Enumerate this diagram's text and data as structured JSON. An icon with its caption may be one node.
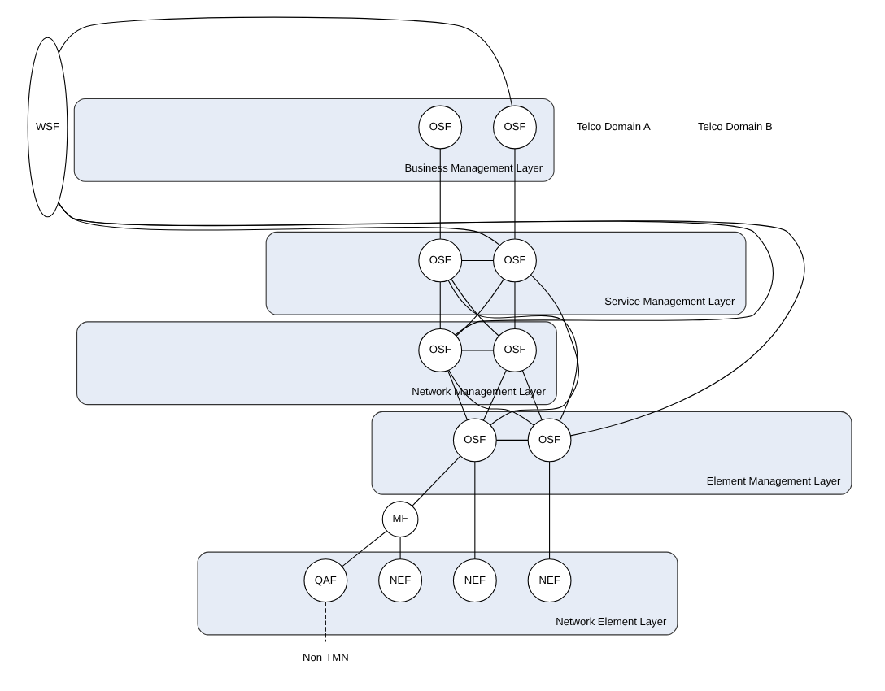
{
  "diagram": {
    "nodes": [
      {
        "text": [
          "WSF"
        ]
      },
      {
        "text": [
          "Business Management Layer"
        ]
      },
      {
        "text": [
          "OSF"
        ],
        "in": 1
      },
      {
        "text": [
          "OSF"
        ],
        "in": 1
      },
      {
        "text": [
          "Service Management Layer"
        ]
      },
      {
        "text": [
          "OSF"
        ],
        "in": 4
      },
      {
        "text": [
          "OSF"
        ],
        "in": 4
      },
      {
        "text": [
          "Network Management Layer"
        ]
      },
      {
        "text": [
          "OSF"
        ],
        "in": 7
      },
      {
        "text": [
          "OSF"
        ],
        "in": 7
      },
      {
        "text": [
          "Element Management Layer"
        ]
      },
      {
        "text": [
          "OSF"
        ],
        "in": 10
      },
      {
        "text": [
          "OSF"
        ],
        "in": 10
      },
      {
        "text": [
          "MF"
        ]
      },
      {
        "text": [
          "Network Element Layer"
        ]
      },
      {
        "text": [
          "NEF"
        ],
        "in": 14
      },
      {
        "text": [
          "QAF"
        ],
        "in": 14
      },
      {
        "text": [
          "NEF"
        ],
        "in": 14
      },
      {
        "text": [
          "NEF"
        ],
        "in": 14
      },
      {
        "text": [
          "Non-TMN"
        ]
      }
    ],
    "edges": [
      {
        "from": 0,
        "to": 2,
        "arrow": "none"
      },
      {
        "from": 0,
        "to": 5,
        "arrow": "none"
      },
      {
        "from": 0,
        "to": 8,
        "arrow": "none"
      },
      {
        "from": 0,
        "to": 11,
        "arrow": "none"
      },
      {
        "from": 2,
        "to": 5,
        "arrow": "none"
      },
      {
        "from": 5,
        "to": 8,
        "arrow": "none"
      },
      {
        "from": 8,
        "to": 11,
        "arrow": "none"
      },
      {
        "from": 11,
        "to": 15,
        "arrow": "none"
      },
      {
        "from": 3,
        "to": 6,
        "arrow": "none"
      },
      {
        "from": 6,
        "to": 9,
        "arrow": "none"
      },
      {
        "from": 9,
        "to": 12,
        "arrow": "none"
      },
      {
        "from": 12,
        "to": 18,
        "arrow": "none"
      },
      {
        "from": 5,
        "to": 6,
        "arrow": "none"
      },
      {
        "from": 5,
        "to": 9,
        "arrow": "none"
      },
      {
        "from": 5,
        "to": 12,
        "arrow": "none"
      },
      {
        "from": 6,
        "to": 8,
        "arrow": "none"
      },
      {
        "from": 8,
        "to": 9,
        "arrow": "none"
      },
      {
        "from": 8,
        "to": 12,
        "arrow": "none"
      },
      {
        "from": 6,
        "to": 11,
        "arrow": "none"
      },
      {
        "from": 9,
        "to": 11,
        "arrow": "none"
      },
      {
        "from": 11,
        "to": 12,
        "arrow": "none"
      },
      {
        "from": 12,
        "to": 13,
        "arrow": "none"
      },
      {
        "from": 13,
        "to": 16,
        "arrow": "none"
      },
      {
        "from": 13,
        "to": 17,
        "arrow": "none"
      },
      {
        "from": 16,
        "to": 19,
        "arrow": "none",
        "style": "dashed"
      }
    ],
    "labels": [
      "Telco Domain A",
      "Telco Domain B"
    ]
  }
}
